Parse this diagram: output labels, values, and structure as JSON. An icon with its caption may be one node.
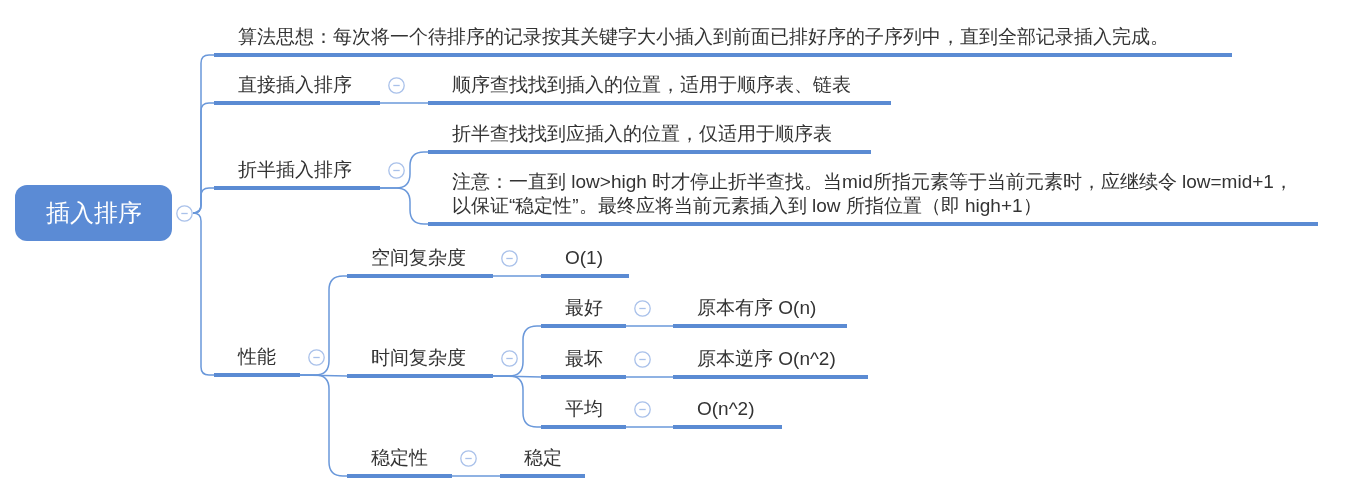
{
  "diagram": {
    "nodes": [
      {
        "text": [
          "插入排序"
        ]
      },
      {
        "text": [
          "算法思想：每次将一个待排序的记录按其关键字大小插入到前面已排好序的子序列中，直到全部记录插入完成。"
        ]
      },
      {
        "text": [
          "直接插入排序"
        ]
      },
      {
        "text": [
          "顺序查找找到插入的位置，适用于顺序表、链表"
        ]
      },
      {
        "text": [
          "折半插入排序"
        ]
      },
      {
        "text": [
          "折半查找找到应插入的位置，仅适用于顺序表"
        ]
      },
      {
        "text": [
          "注意：一直到 low>high 时才停止折半查找。当mid所指元素等于当前元素时，应继续令 low=mid+1，以保证“稳定性”。最终应将当前元素插入到 low 所指位置（即 high+1）"
        ]
      },
      {
        "text": [
          "性能"
        ]
      },
      {
        "text": [
          "空间复杂度"
        ]
      },
      {
        "text": [
          "O(1)"
        ]
      },
      {
        "text": [
          "时间复杂度"
        ]
      },
      {
        "text": [
          "最好"
        ]
      },
      {
        "text": [
          "原本有序 O(n)"
        ]
      },
      {
        "text": [
          "最坏"
        ]
      },
      {
        "text": [
          "原本逆序 O(n^2)"
        ]
      },
      {
        "text": [
          "平均"
        ]
      },
      {
        "text": [
          "O(n^2)"
        ]
      },
      {
        "text": [
          "稳定性"
        ]
      },
      {
        "text": [
          "稳定"
        ]
      }
    ],
    "edges": [
      {
        "from": 0,
        "to": 1,
        "arrow": "none"
      },
      {
        "from": 0,
        "to": 2,
        "arrow": "none"
      },
      {
        "from": 0,
        "to": 4,
        "arrow": "none"
      },
      {
        "from": 0,
        "to": 7,
        "arrow": "none"
      },
      {
        "from": 2,
        "to": 3,
        "arrow": "none"
      },
      {
        "from": 4,
        "to": 5,
        "arrow": "none"
      },
      {
        "from": 4,
        "to": 6,
        "arrow": "none"
      },
      {
        "from": 7,
        "to": 8,
        "arrow": "none"
      },
      {
        "from": 7,
        "to": 10,
        "arrow": "none"
      },
      {
        "from": 7,
        "to": 17,
        "arrow": "none"
      },
      {
        "from": 8,
        "to": 9,
        "arrow": "none"
      },
      {
        "from": 10,
        "to": 11,
        "arrow": "none"
      },
      {
        "from": 10,
        "to": 13,
        "arrow": "none"
      },
      {
        "from": 10,
        "to": 15,
        "arrow": "none"
      },
      {
        "from": 11,
        "to": 12,
        "arrow": "none"
      },
      {
        "from": 13,
        "to": 14,
        "arrow": "none"
      },
      {
        "from": 15,
        "to": 16,
        "arrow": "none"
      },
      {
        "from": 17,
        "to": 18,
        "arrow": "none"
      }
    ]
  }
}
